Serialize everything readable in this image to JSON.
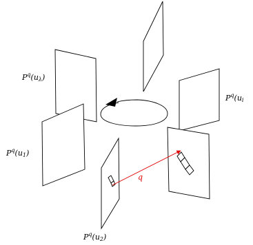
{
  "labels": {
    "u_lambda": {
      "base": "P",
      "sup": "q",
      "open": "(u",
      "sub": "λ",
      "close": ")"
    },
    "u_1": {
      "base": "P",
      "sup": "q",
      "open": "(u",
      "sub": "1",
      "close": ")"
    },
    "u_i": {
      "base": "P",
      "sup": "q",
      "open": "(u",
      "sub": "i",
      "close": ""
    },
    "u_2": {
      "base": "P",
      "sup": "q",
      "open": "(u",
      "sub": "2",
      "close": ")"
    }
  },
  "arrow_label": "q",
  "colors": {
    "stroke": "#000000",
    "arrow": "#e00000",
    "background": "#ffffff"
  }
}
